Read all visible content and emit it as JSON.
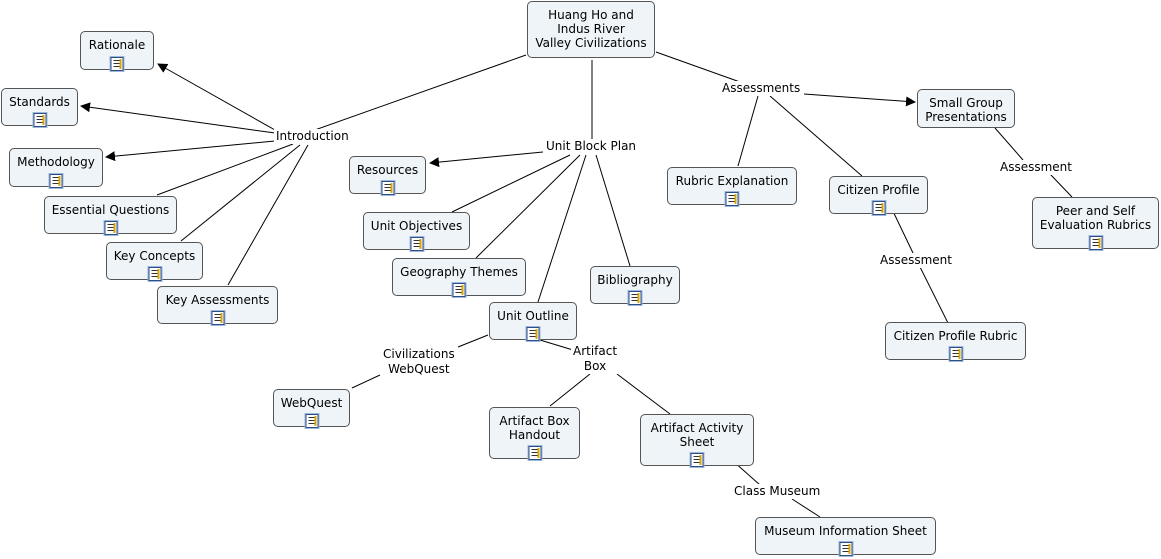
{
  "nodes": {
    "root": "Huang Ho and\nIndus River\nValley Civilizations",
    "rationale": "Rationale",
    "standards": "Standards",
    "methodology": "Methodology",
    "essential_questions": "Essential Questions",
    "key_concepts": "Key Concepts",
    "key_assessments": "Key Assessments",
    "resources": "Resources",
    "unit_objectives": "Unit Objectives",
    "geography_themes": "Geography Themes",
    "bibliography": "Bibliography",
    "unit_outline": "Unit Outline",
    "webquest": "WebQuest",
    "artifact_box_handout": "Artifact Box\nHandout",
    "artifact_activity_sheet": "Artifact Activity\nSheet",
    "museum_information_sheet": "Museum Information Sheet",
    "rubric_explanation": "Rubric Explanation",
    "citizen_profile": "Citizen Profile",
    "citizen_profile_rubric": "Citizen Profile Rubric",
    "small_group_presentations": "Small Group\nPresentations",
    "peer_self_rubrics": "Peer and Self\nEvaluation Rubrics"
  },
  "links": {
    "introduction": "Introduction",
    "unit_block_plan": "Unit Block Plan",
    "assessments": "Assessments",
    "civilizations_webquest": "Civilizations\nWebQuest",
    "artifact_box": "Artifact\nBox",
    "class_museum": "Class Museum",
    "assessment_1": "Assessment",
    "assessment_2": "Assessment"
  },
  "resource_icon": "document-icon",
  "colors": {
    "node_fill": "#eef4f7",
    "node_border": "#555555",
    "line": "#000000"
  }
}
